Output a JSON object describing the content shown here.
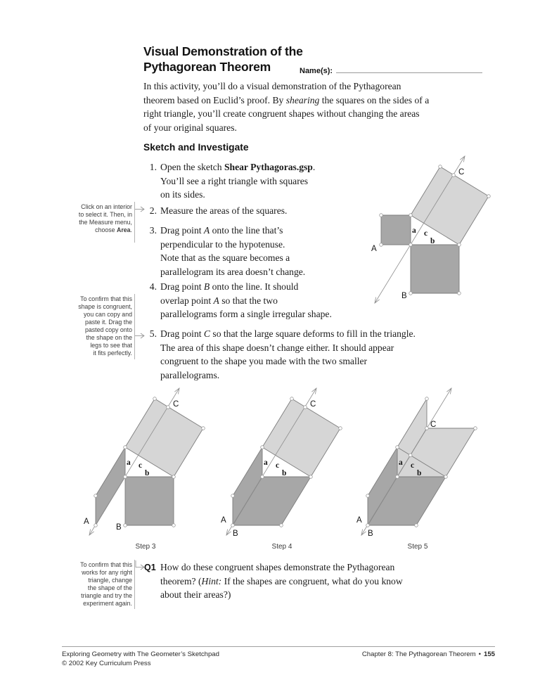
{
  "colors": {
    "text": "#1b1b1b",
    "fill-dark": "#a7a7a7",
    "fill-light": "#d6d6d6",
    "shape-stroke": "#7d7d7d",
    "construct-line": "#8e8e8e",
    "dot-fill": "#ffffff",
    "dot-stroke": "#9a9a9a"
  },
  "header": {
    "title_lines": [
      "Visual Demonstration of the",
      "Pythagorean Theorem"
    ],
    "name_label": "Name(s):"
  },
  "intro": {
    "lines": [
      "In this activity, you’ll do a visual demonstration of the Pythagorean",
      [
        {
          "t": "theorem based on Euclid’s proof. By "
        },
        {
          "t": "shearing",
          "s": "i"
        },
        {
          "t": " the squares on the sides of a"
        }
      ],
      "right triangle, you’ll create congruent shapes without changing the areas",
      "of your original squares."
    ]
  },
  "section": {
    "heading": "Sketch and Investigate"
  },
  "steps": [
    {
      "num": "1.",
      "lines": [
        [
          {
            "t": "Open the sketch "
          },
          {
            "t": "Shear Pythagoras.gsp",
            "s": "b"
          },
          {
            "t": "."
          }
        ],
        "You’ll see a right triangle with squares",
        "on its sides."
      ]
    },
    {
      "num": "2.",
      "lines": [
        "Measure the areas of the squares."
      ]
    },
    {
      "num": "3.",
      "lines": [
        [
          {
            "t": "Drag point "
          },
          {
            "t": "A",
            "s": "i"
          },
          {
            "t": " onto the line that’s"
          }
        ],
        "perpendicular to the hypotenuse.",
        "Note that as the square becomes a",
        "parallelogram its area doesn’t change."
      ]
    },
    {
      "num": "4.",
      "lines": [
        [
          {
            "t": "Drag point "
          },
          {
            "t": "B",
            "s": "i"
          },
          {
            "t": " onto the line. It should"
          }
        ],
        [
          {
            "t": "overlap point "
          },
          {
            "t": "A",
            "s": "i"
          },
          {
            "t": " so that the two"
          }
        ],
        "parallelograms form a single irregular shape."
      ]
    },
    {
      "num": "5.",
      "lines": [
        [
          {
            "t": "Drag point "
          },
          {
            "t": "C",
            "s": "i"
          },
          {
            "t": " so that the large square deforms to fill in the triangle."
          }
        ],
        "The area of this shape doesn’t change either. It should appear",
        "congruent to the shape you made with the two smaller",
        "parallelograms."
      ]
    }
  ],
  "margin_notes": [
    {
      "lines": [
        "Click on an interior",
        "to select it. Then, in",
        "the Measure menu,",
        [
          {
            "t": "choose "
          },
          {
            "t": "Area",
            "s": "b"
          },
          {
            "t": "."
          }
        ]
      ]
    },
    {
      "lines": [
        "To confirm that this",
        "shape is congruent,",
        "you can copy and",
        "paste it. Drag the",
        "pasted copy onto",
        "the shape on the",
        "legs to see that",
        "it fits perfectly."
      ]
    },
    {
      "lines": [
        "To confirm that this",
        "works for any right",
        "triangle, change",
        "the shape of the",
        "triangle and try the",
        "experiment again."
      ]
    }
  ],
  "question": {
    "label": "Q1",
    "lines": [
      "How do these congruent shapes demonstrate the Pythagorean",
      [
        {
          "t": "theorem? ("
        },
        {
          "t": "Hint:",
          "s": "i"
        },
        {
          "t": " If the shapes are congruent, what do you know"
        }
      ],
      "about their areas?)"
    ]
  },
  "figures": {
    "labels": {
      "A": "A",
      "B": "B",
      "C": "C",
      "a": "a",
      "b": "b",
      "c": "c"
    },
    "captions": [
      "Step 3",
      "Step 4",
      "Step 5"
    ]
  },
  "footer": {
    "left_line1": "Exploring Geometry with The Geometer’s Sketchpad",
    "left_line2": "© 2002 Key Curriculum Press",
    "chapter": "Chapter 8: The Pythagorean Theorem",
    "separator": "•",
    "page_number": "155"
  }
}
